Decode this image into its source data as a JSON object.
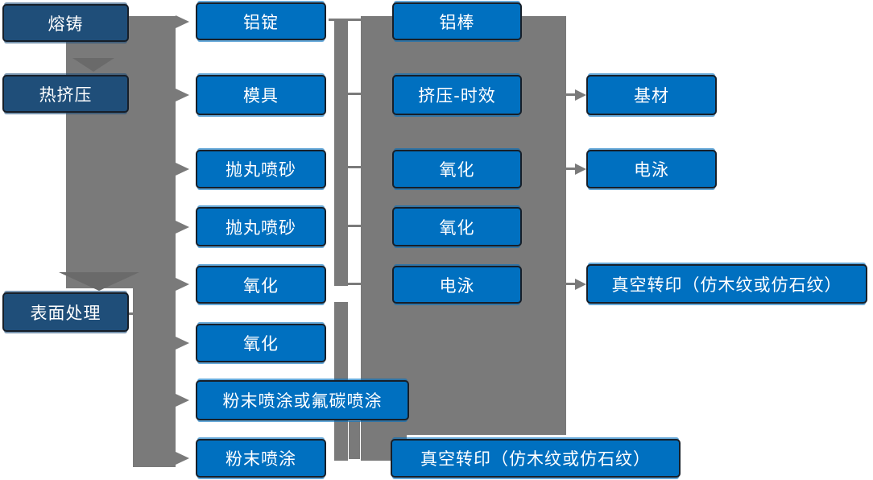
{
  "colors": {
    "process_box_blue": "#0070C0",
    "stage_box_navy": "#1F4E79",
    "connector_gray": "#7A7A7A",
    "arrowhead_dark_gray": "#6A6A6A",
    "box_border": "#171F29",
    "label_text": "#FFFFFF"
  },
  "flowchart": {
    "stages": [
      {
        "label": "熔铸"
      },
      {
        "label": "热挤压"
      },
      {
        "label": "表面处理"
      }
    ],
    "process_steps": [
      {
        "label": "铝锭"
      },
      {
        "label": "模具"
      },
      {
        "label": "抛丸喷砂"
      },
      {
        "label": "抛丸喷砂"
      },
      {
        "label": "氧化"
      },
      {
        "label": "氧化"
      },
      {
        "label": "粉末喷涂或氟碳喷涂"
      },
      {
        "label": "粉末喷涂"
      }
    ],
    "intermediate_steps": [
      {
        "label": "铝棒"
      },
      {
        "label": "挤压-时效"
      },
      {
        "label": "氧化"
      },
      {
        "label": "氧化"
      },
      {
        "label": "电泳"
      },
      {
        "label": "真空转印（仿木纹或仿石纹）"
      }
    ],
    "output_products": [
      {
        "label": "基材"
      },
      {
        "label": "电泳"
      },
      {
        "label": "真空转印（仿木纹或仿石纹）"
      }
    ]
  }
}
